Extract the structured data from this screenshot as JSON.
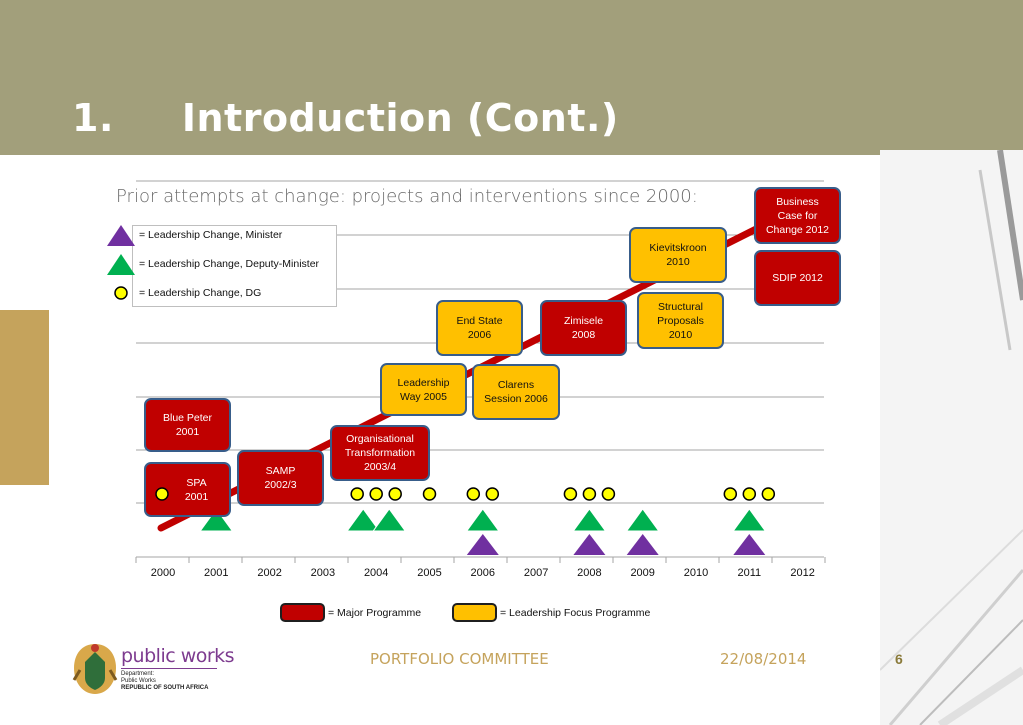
{
  "slide": {
    "title": "1.\tIntroduction (Cont.)",
    "subtitle": "Prior attempts at change: projects and interventions since 2000:"
  },
  "legend": {
    "minister": "= Leadership Change, Minister",
    "deputy_minister": "= Leadership Change, Deputy-Minister",
    "dg": "= Leadership Change, DG",
    "major_programme": "= Major Programme",
    "leadership_focus_programme": "= Leadership Focus Programme"
  },
  "colors": {
    "header": "#a29f7b",
    "major_programme": "#c00000",
    "leadership_focus": "#ffc000",
    "minister": "#7030a0",
    "deputy_minister": "#00b050",
    "dg": "#ffff00",
    "trend_line": "#c00000",
    "accent_gold": "#c5a35c"
  },
  "years": [
    "2000",
    "2001",
    "2002",
    "2003",
    "2004",
    "2005",
    "2006",
    "2007",
    "2008",
    "2009",
    "2010",
    "2011",
    "2012"
  ],
  "programmes": [
    {
      "label": "Blue Peter\n2001",
      "kind": "major"
    },
    {
      "label": "SPA\n2001",
      "kind": "major"
    },
    {
      "label": "SAMP\n2002/3",
      "kind": "major"
    },
    {
      "label": "Organisational\nTransformation\n2003/4",
      "kind": "major"
    },
    {
      "label": "Leadership\nWay 2005",
      "kind": "focus"
    },
    {
      "label": "End State\n2006",
      "kind": "focus"
    },
    {
      "label": "Clarens\nSession 2006",
      "kind": "focus"
    },
    {
      "label": "Zimisele\n2008",
      "kind": "major"
    },
    {
      "label": "Kievitskroon\n2010",
      "kind": "focus"
    },
    {
      "label": "Structural\nProposals\n2010",
      "kind": "focus"
    },
    {
      "label": "Business\nCase for\nChange 2012",
      "kind": "major"
    },
    {
      "label": "SDIP 2012",
      "kind": "major"
    }
  ],
  "leadership_changes": {
    "minister": [
      2006,
      2008,
      2009,
      2011
    ],
    "deputy_minister": [
      2001,
      2004,
      2004,
      2006,
      2008,
      2009,
      2011
    ],
    "dg": [
      2001,
      2004,
      2004,
      2004,
      2005,
      2006,
      2006,
      2008,
      2008,
      2008,
      2011,
      2011,
      2011
    ]
  },
  "footer": {
    "committee": "PORTFOLIO COMMITTEE",
    "date": "22/08/2014",
    "page": "6"
  },
  "logo": {
    "name": "public works",
    "line1": "Department:",
    "line2": "Public Works",
    "line3": "REPUBLIC OF SOUTH AFRICA"
  }
}
